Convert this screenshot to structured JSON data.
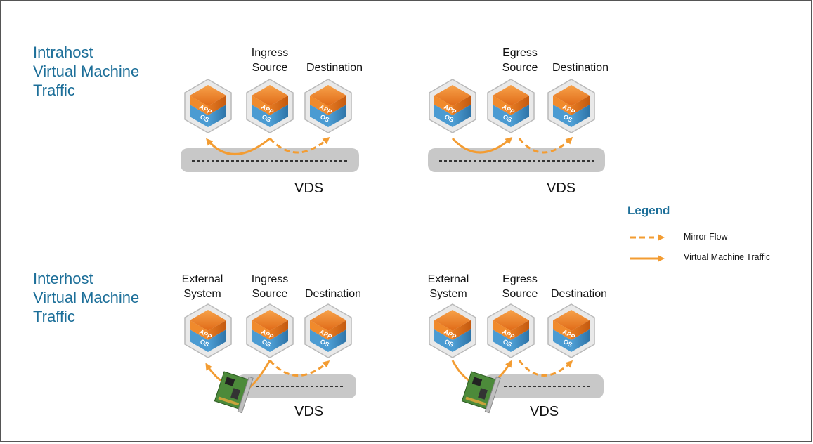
{
  "sections": [
    {
      "title": [
        "Intrahost",
        "Virtual Machine",
        "Traffic"
      ],
      "groups": [
        {
          "labels": [
            [
              "Ingress",
              "Source"
            ],
            [
              "Destination"
            ]
          ],
          "vds": "VDS"
        },
        {
          "labels": [
            [
              "Egress",
              "Source"
            ],
            [
              "Destination"
            ]
          ],
          "vds": "VDS"
        }
      ]
    },
    {
      "title": [
        "Interhost",
        "Virtual Machine",
        "Traffic"
      ],
      "groups": [
        {
          "labels": [
            [
              "External",
              "System"
            ],
            [
              "Ingress",
              "Source"
            ],
            [
              "Destination"
            ]
          ],
          "vds": "VDS"
        },
        {
          "labels": [
            [
              "External",
              "System"
            ],
            [
              "Egress",
              "Source"
            ],
            [
              "Destination"
            ]
          ],
          "vds": "VDS"
        }
      ]
    }
  ],
  "vm_icon": {
    "top_text": "APP",
    "bottom_text": "OS"
  },
  "legend": {
    "title": "Legend",
    "items": [
      {
        "label": "Mirror Flow",
        "style": "dashed"
      },
      {
        "label": "Virtual Machine Traffic",
        "style": "solid"
      }
    ]
  },
  "colors": {
    "title_blue": "#1d6f99",
    "arrow_orange": "#f39c32",
    "switch_gray": "#c8c8c8",
    "app_orange": "#e8731f",
    "os_blue": "#3f8fc6"
  }
}
